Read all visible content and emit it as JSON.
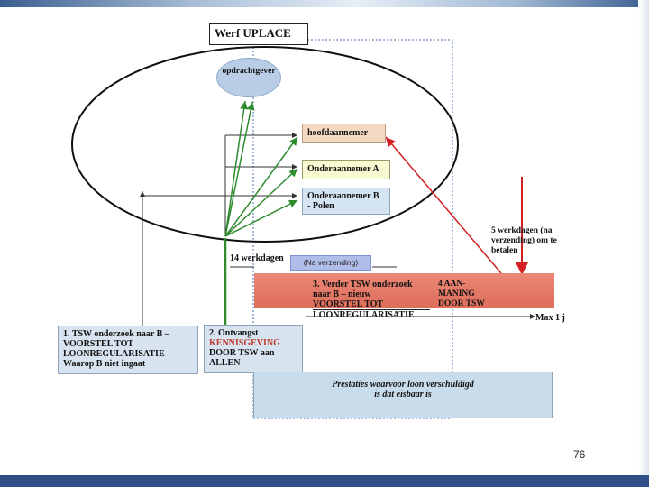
{
  "diagram": {
    "title": "Werf UPLACE",
    "opdrachtgever": "opdrachtgever",
    "hoofdaannemer": "hoofdaannemer",
    "onderaannemer_a": "Onderaannemer A",
    "onderaannemer_b_line1": "Onderaannemer B",
    "onderaannemer_b_line2": "- Polen",
    "werkdagen_14": "14 werkdagen",
    "na_verzending": "(Na verzending)",
    "step3": [
      "3. Verder TSW onderzoek",
      "naar B – nieuw",
      "VOORSTEL TOT",
      "LOONREGULARISATIE"
    ],
    "step4": [
      "4 AAN-",
      "MANING",
      "DOOR TSW"
    ],
    "step5": [
      "5 werkdagen (na",
      "verzending) om te",
      "betalen"
    ],
    "max": "Max 1 j",
    "step1": [
      "1. TSW onderzoek naar B –",
      "VOORSTEL TOT",
      "LOONREGULARISATIE",
      "Waarop B niet ingaat"
    ],
    "step2": [
      "2. Ontvangst",
      "KENNISGEVING",
      "DOOR TSW aan",
      "ALLEN"
    ],
    "prestaties": [
      "Prestaties waarvoor loon verschuldigd",
      "is dat eisbaar is"
    ]
  },
  "page_number": "76",
  "colors": {
    "header_accent": "#2f4f87",
    "red_bar": "#e9735f",
    "green_arrows": "#2e8b2e",
    "red_arrow": "#d42020",
    "light_blue_box": "#d7e3ef"
  }
}
